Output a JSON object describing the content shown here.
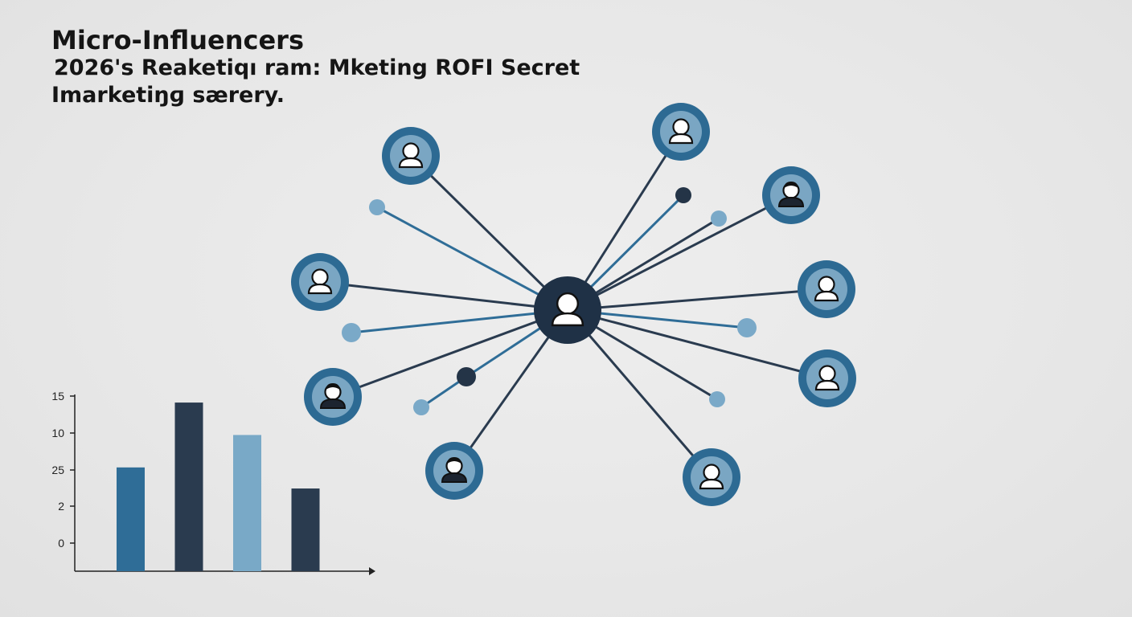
{
  "header": {
    "title": "Micro-Influencers",
    "subtitle_line1": "2026's Reaketiqı ram: Mketing ROFI Secret",
    "subtitle_line2": "Imarketiŋɡ særery."
  },
  "colors": {
    "dark_navy": "#2a3b4f",
    "steel_blue": "#2f6d97",
    "light_blue": "#79a9c7",
    "node_fill": "#7aa6c3",
    "node_ring": "#2d6a93"
  },
  "network": {
    "hub_icon": "user-icon",
    "nodes": [
      {
        "id": "n1",
        "icon": "user-icon"
      },
      {
        "id": "n2",
        "icon": "user-icon"
      },
      {
        "id": "n3",
        "icon": "user-icon"
      },
      {
        "id": "n4",
        "icon": "user-icon"
      },
      {
        "id": "n5",
        "icon": "user-icon"
      },
      {
        "id": "n6",
        "icon": "user-icon"
      },
      {
        "id": "n7",
        "icon": "user-icon"
      },
      {
        "id": "n8",
        "icon": "user-icon"
      },
      {
        "id": "n9",
        "icon": "user-icon"
      },
      {
        "id": "n10",
        "icon": "user-icon"
      }
    ]
  },
  "chart_data": {
    "type": "bar",
    "y_tick_labels": [
      "15",
      "10",
      "25",
      "2",
      "0"
    ],
    "bars": [
      {
        "value": 2.5,
        "color": "#2f6d97"
      },
      {
        "value": 4.5,
        "color": "#2a3b4f"
      },
      {
        "value": 3.5,
        "color": "#79a9c7"
      },
      {
        "value": 1.85,
        "color": "#2a3b4f"
      }
    ],
    "ylim": [
      -0.7,
      4.7
    ],
    "grid": false
  }
}
